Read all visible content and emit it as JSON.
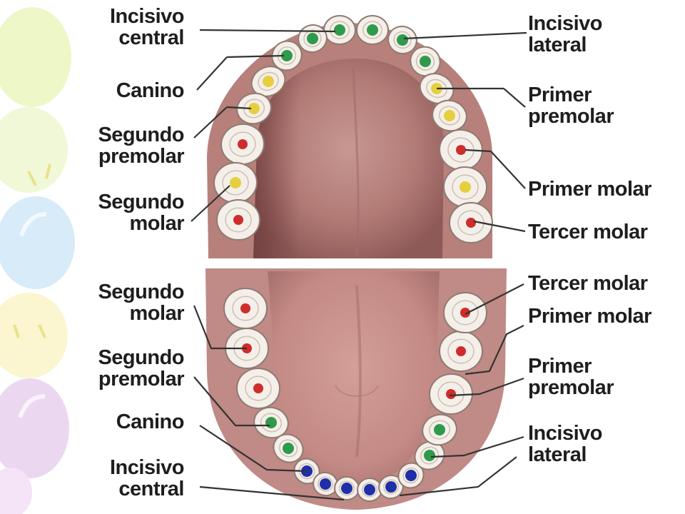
{
  "colors": {
    "incisor_upper": "#2f9a4c",
    "canine": "#2f9a4c",
    "premolar_upper": "#e6cf3e",
    "molar": "#cf2c2c",
    "incisor_lower": "#1f2fa8",
    "gum": "#b97d76",
    "tongue": "#c48a86",
    "tooth": "#f4efe8",
    "leader": "#333333",
    "text": "#1e1e1e"
  },
  "labels": {
    "upper_left": {
      "incisivo_central": [
        "Incisivo",
        "central"
      ],
      "canino": [
        "Canino"
      ],
      "segundo_premolar": [
        "Segundo",
        "premolar"
      ],
      "segundo_molar": [
        "Segundo",
        "molar"
      ]
    },
    "upper_right": {
      "incisivo_lateral": [
        "Incisivo",
        "lateral"
      ],
      "primer_premolar": [
        "Primer",
        "premolar"
      ],
      "primer_molar": [
        "Primer molar"
      ],
      "tercer_molar": [
        "Tercer molar"
      ]
    },
    "lower_left": {
      "segundo_molar": [
        "Segundo",
        "molar"
      ],
      "segundo_premolar": [
        "Segundo",
        "premolar"
      ],
      "canino": [
        "Canino"
      ],
      "incisivo_central": [
        "Incisivo",
        "central"
      ]
    },
    "lower_right": {
      "tercer_molar": [
        "Tercer molar"
      ],
      "primer_molar": [
        "Primer molar"
      ],
      "primer_premolar": [
        "Primer",
        "premolar"
      ],
      "incisivo_lateral": [
        "Incisivo",
        "lateral"
      ]
    }
  }
}
